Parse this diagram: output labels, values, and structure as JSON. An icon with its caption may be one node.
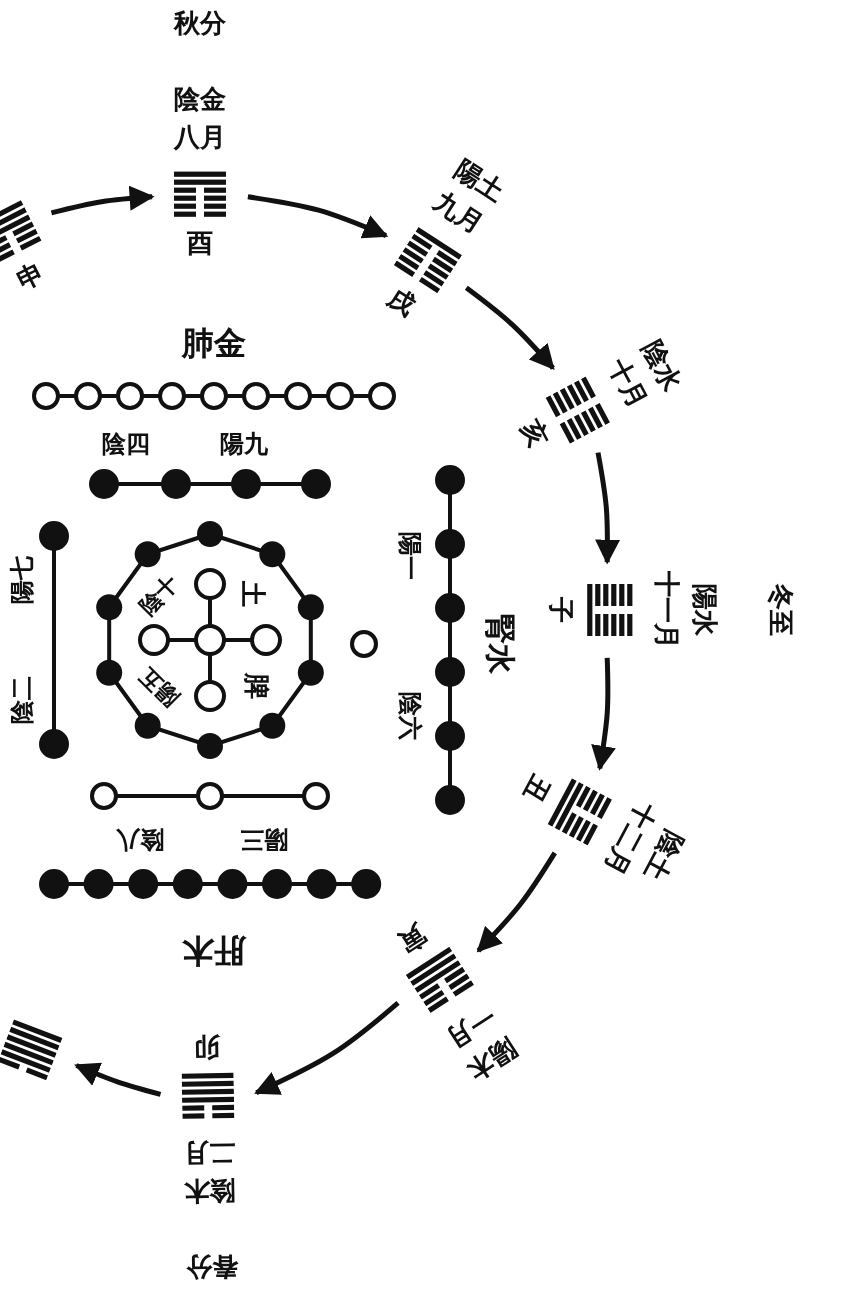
{
  "diagram": {
    "nodes": [
      {
        "text": [
          "申"
        ]
      },
      {
        "text": [
          "陰金",
          "八月",
          "酉"
        ],
        "beside": [
          "秋分"
        ]
      },
      {
        "text": [
          "陽土",
          "九月",
          "戌"
        ]
      },
      {
        "text": [
          "陰水",
          "十月",
          "亥"
        ]
      },
      {
        "text": [
          "陽水",
          "十一月",
          "子"
        ],
        "beside": [
          "冬至"
        ]
      },
      {
        "text": [
          "陰土",
          "十二月",
          "丑"
        ]
      },
      {
        "text": [
          "陽木",
          "一月",
          "寅"
        ]
      },
      {
        "text": [
          "陰木",
          "二月",
          "卯"
        ],
        "beside": [
          "春分"
        ]
      },
      {
        "text": [],
        "shape": "bar"
      }
    ],
    "edges": [
      {
        "from": 0,
        "to": 1,
        "arrow": "to"
      },
      {
        "from": 1,
        "to": 2,
        "arrow": "to"
      },
      {
        "from": 2,
        "to": 3,
        "arrow": "to"
      },
      {
        "from": 3,
        "to": 4,
        "arrow": "to"
      },
      {
        "from": 4,
        "to": 5,
        "arrow": "to"
      },
      {
        "from": 5,
        "to": 6,
        "arrow": "to"
      },
      {
        "from": 6,
        "to": 7,
        "arrow": "to"
      },
      {
        "from": 7,
        "to": 8,
        "arrow": "to"
      }
    ],
    "labels": [
      "肺金",
      "陰四",
      "陽九",
      "腎水",
      "陽一",
      "陰六",
      "陽七",
      "陰二",
      "陰八",
      "陽三",
      "肝木",
      "土",
      "脾",
      "陰十",
      "陽五"
    ]
  }
}
